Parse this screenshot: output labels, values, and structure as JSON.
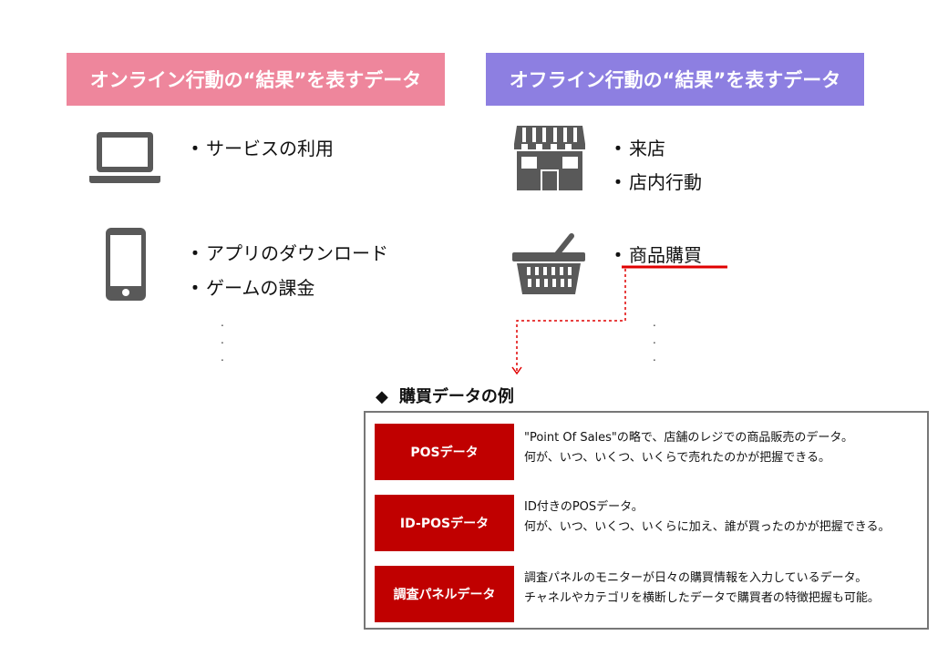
{
  "online": {
    "header": "オンライン行動の“結果”を表すデータ",
    "group1": [
      "サービスの利用"
    ],
    "group2": [
      "アプリのダウンロード",
      "ゲームの課金"
    ]
  },
  "offline": {
    "header": "オフライン行動の“結果”を表すデータ",
    "group1": [
      "来店",
      "店内行動"
    ],
    "group2": [
      "商品購買"
    ]
  },
  "bullet": "・",
  "example": {
    "title": "購買データの例",
    "diamond": "◆",
    "rows": [
      {
        "label": "POSデータ",
        "line1": "\"Point Of Sales\"の略で、店舗のレジでの商品販売のデータ。",
        "line2": "何が、いつ、いくつ、いくらで売れたのかが把握できる。"
      },
      {
        "label": "ID-POSデータ",
        "line1": "ID付きのPOSデータ。",
        "line2": "何が、いつ、いくつ、いくらに加え、誰が買ったのかが把握できる。"
      },
      {
        "label": "調査パネルデータ",
        "line1": "調査パネルのモニターが日々の購買情報を入力しているデータ。",
        "line2": "チャネルやカテゴリを横断したデータで購買者の特徴把握も可能。"
      }
    ]
  },
  "colors": {
    "online_header": "#ee869c",
    "offline_header": "#8d7fe1",
    "label_bg": "#c00000",
    "highlight_line": "#e00000",
    "icon": "#595959"
  }
}
